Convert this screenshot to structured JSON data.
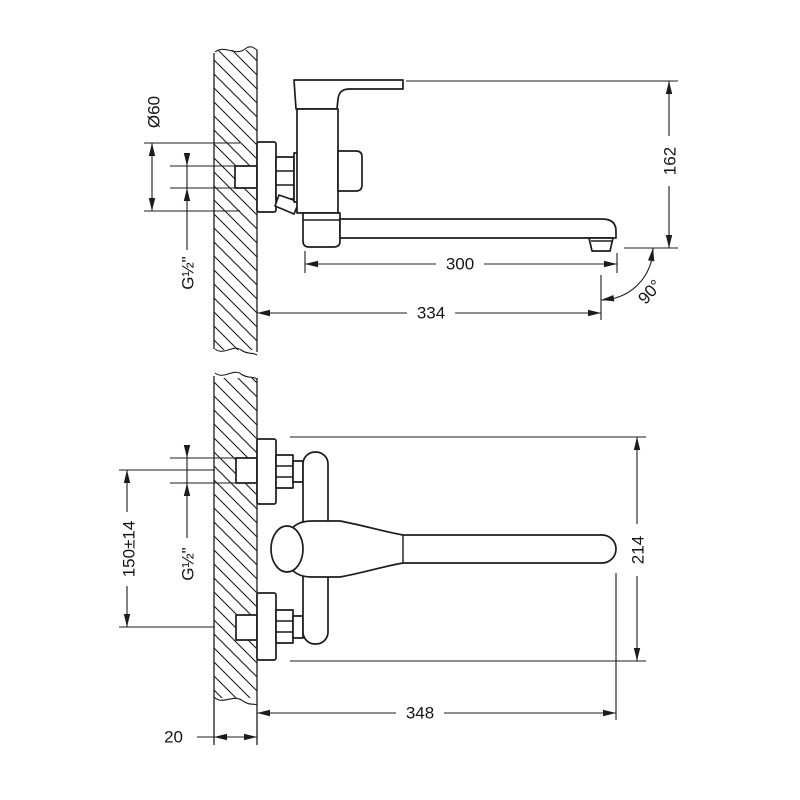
{
  "colors": {
    "background": "#ffffff",
    "line": "#1c1c1c",
    "label": "#151515"
  },
  "side_view": {
    "dims": {
      "flange_diameter": "Ø60",
      "thread": "G½\"",
      "height": "162",
      "spout_length": "300",
      "total_reach": "334",
      "swivel_angle": "90°"
    }
  },
  "plan_view": {
    "dims": {
      "mount_spacing": "150±14",
      "thread": "G½\"",
      "depth": "214",
      "reach": "348",
      "wall_thickness": "20"
    }
  }
}
